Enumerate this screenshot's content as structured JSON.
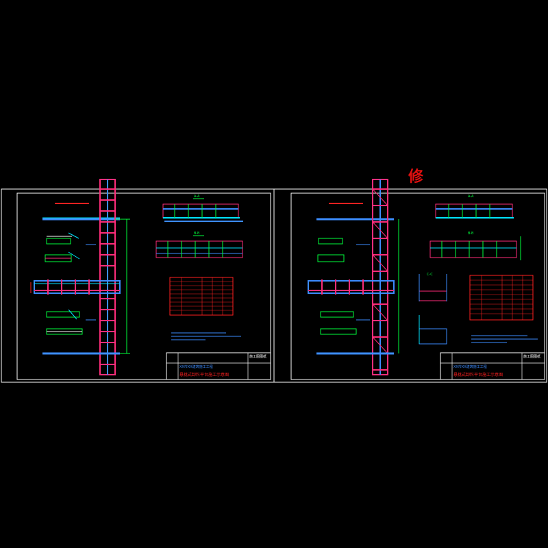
{
  "stamp": "修",
  "sheets": [
    {
      "id": "left",
      "title_block": {
        "company": "XX市XX建筑施工工程",
        "drawing_title": "悬挑式卸料平台施工示意图",
        "tag": "施工图图纸"
      },
      "section_labels": [
        "A-A",
        "B-B"
      ]
    },
    {
      "id": "right",
      "title_block": {
        "company": "XX市XX建筑施工工程",
        "drawing_title": "悬挑式卸料平台施工示意图",
        "tag": "施工图图纸"
      },
      "section_labels": [
        "A-A",
        "B-B",
        "C-C"
      ]
    }
  ],
  "colors": {
    "background": "#000000",
    "frame": "#ffffff",
    "structure": "#ff2d7a",
    "dimension": "#00ff3c",
    "member": "#3c8cff",
    "text_red": "#ff2020",
    "cyan": "#00e5ff"
  }
}
